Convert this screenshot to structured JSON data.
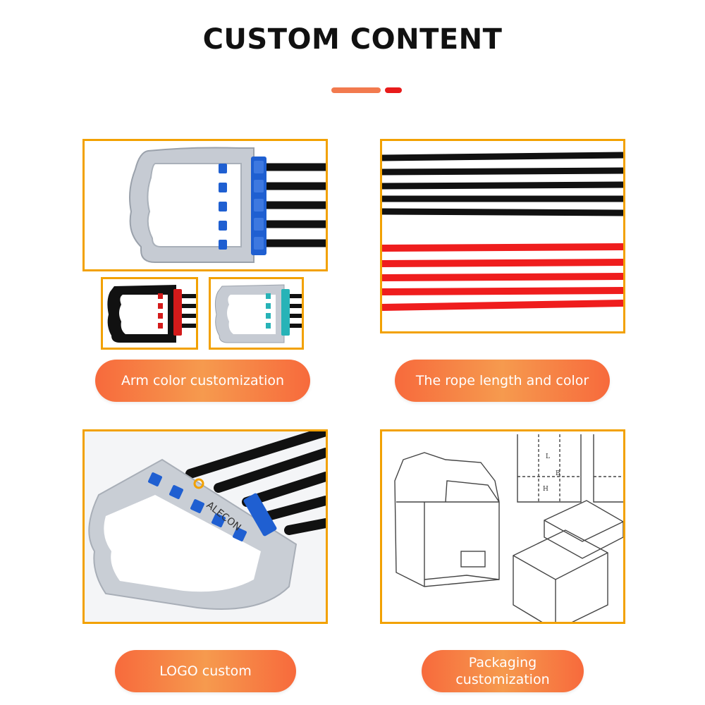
{
  "title": "CUSTOM CONTENT",
  "colors": {
    "accent_orange": "#f27a4e",
    "accent_red": "#e81b1b",
    "frame": "#f2a100",
    "pill_start": "#f76a3c",
    "pill_end": "#f69a4e"
  },
  "sections": [
    {
      "key": "arm",
      "label": "Arm color customization"
    },
    {
      "key": "rope",
      "label": "The rope length and color"
    },
    {
      "key": "logo",
      "label": "LOGO custom",
      "logo_text": "ALECON"
    },
    {
      "key": "packaging",
      "label_line1": "Packaging",
      "label_line2": "customization",
      "drawing_labels": [
        "L",
        "B",
        "H"
      ]
    }
  ]
}
